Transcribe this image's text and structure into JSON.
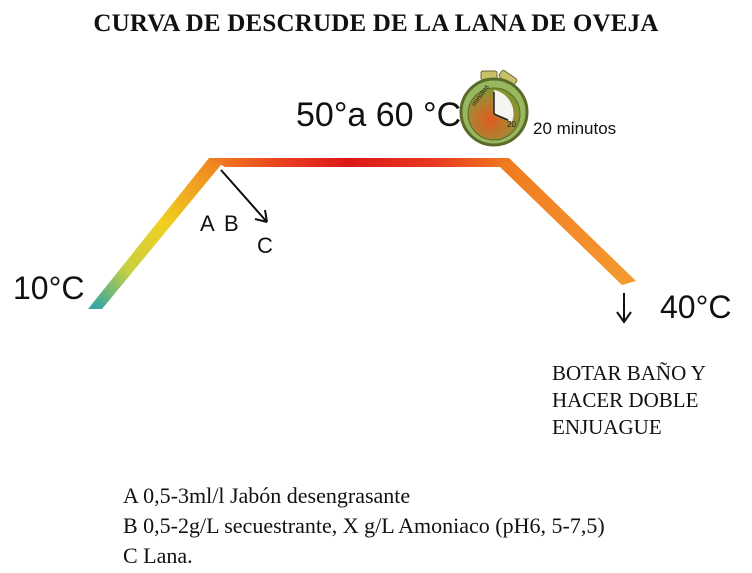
{
  "title": "CURVA DE DESCRUDE DE LA LANA DE OVEJA",
  "temperatures": {
    "start": "10°C",
    "plateau": "50°a 60 °C",
    "end": "40°C"
  },
  "timer": {
    "duration": "20 minutos",
    "dial_text": "minutos",
    "dial_number": "20",
    "icon": "stopwatch-icon"
  },
  "labels": {
    "a": "A",
    "b": "B",
    "c": "C"
  },
  "drain_instruction": [
    "BOTAR BAÑO Y",
    "HACER DOBLE",
    "ENJUAGUE"
  ],
  "notes": [
    "A 0,5-3ml/l Jabón desengrasante",
    "B 0,5-2g/L secuestrante, X g/L Amoniaco (pH6, 5-7,5)",
    "C Lana."
  ],
  "colors": {
    "cool_start": "#3aa8a0",
    "warm_yellow": "#f0d020",
    "orange": "#f08020",
    "hot_red": "#e02020"
  }
}
